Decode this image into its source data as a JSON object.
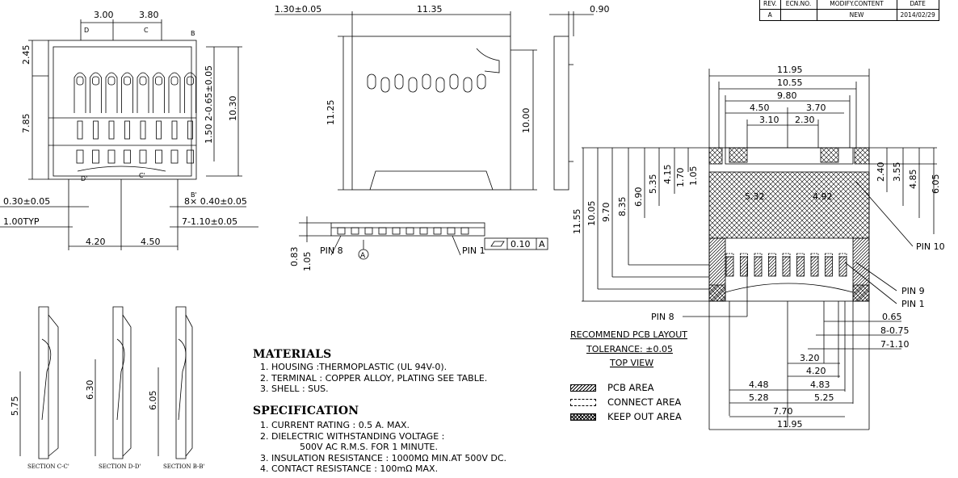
{
  "revision_table": {
    "headers": [
      "REV.",
      "ECN.NO.",
      "MODIFY.CONTENT",
      "DATE"
    ],
    "row": [
      "A",
      "",
      "NEW",
      "2014/02/29"
    ]
  },
  "front_view": {
    "dims": {
      "top_left": "3.00",
      "top_right": "3.80",
      "height_a": "2.45",
      "height_b": "7.85",
      "pitch_vertical": "2-0.65±0.05",
      "height_total": "10.30",
      "height_c": "1.50",
      "offset": "0.30±0.05",
      "pin_width": "8× 0.40±0.05",
      "typ": "1.00TYP",
      "pitch": "7-1.10±0.05",
      "bottom_left": "4.20",
      "bottom_right": "4.50"
    },
    "section_marks": [
      "D",
      "C",
      "B",
      "D'",
      "C'",
      "B'"
    ]
  },
  "top_view": {
    "dims": {
      "width_a": "1.30±0.05",
      "width_b": "11.35",
      "height_a": "11.25",
      "height_b": "10.00"
    }
  },
  "side_view": {
    "dims": {
      "width": "0.90"
    }
  },
  "bottom_view": {
    "dims": {
      "h1": "0.83",
      "h2": "1.05",
      "flatness": "0.10",
      "datum": "A"
    },
    "labels": {
      "pin8": "PIN 8",
      "pin1": "PIN 1",
      "datum_circle": "A"
    }
  },
  "sections": {
    "labels": [
      "SECTION C-C'",
      "SECTION D-D'",
      "SECTION B-B'"
    ],
    "dims": [
      "5.75",
      "6.30",
      "6.05"
    ]
  },
  "materials": {
    "heading": "MATERIALS",
    "items": [
      "1. HOUSING :THERMOPLASTIC (UL 94V-0).",
      "2. TERMINAL : COPPER ALLOY, PLATING SEE TABLE.",
      "3. SHELL : SUS."
    ]
  },
  "specification": {
    "heading": "SPECIFICATION",
    "items": [
      "1. CURRENT RATING : 0.5 A. MAX.",
      "2. DIELECTRIC WITHSTANDING VOLTAGE :",
      "              500V AC R.M.S. FOR 1 MINUTE.",
      "3. INSULATION RESISTANCE : 1000MΩ MIN.AT 500V DC.",
      "4. CONTACT RESISTANCE : 100mΩ MAX."
    ]
  },
  "pcb_layout": {
    "title": "RECOMMEND PCB LAYOUT",
    "tolerance": "TOLERANCE: ±0.05",
    "view": "TOP VIEW",
    "top_dims": [
      "11.95",
      "10.55",
      "9.80",
      "4.50",
      "3.70",
      "3.10",
      "2.30"
    ],
    "left_dims": [
      "11.55",
      "10.05",
      "9.70",
      "8.35",
      "6.90",
      "5.35",
      "4.15",
      "1.70",
      "1.05"
    ],
    "right_dims": [
      "2.40",
      "3.55",
      "4.85",
      "6.05"
    ],
    "inner_dims": [
      "5.32",
      "4.92"
    ],
    "pins": [
      "PIN 10",
      "PIN 9",
      "PIN 1",
      "PIN 8"
    ],
    "pitch_dims": [
      "0.65",
      "8-0.75",
      "7-1.10"
    ],
    "bottom_dims": [
      "3.20",
      "4.20",
      "4.48",
      "4.83",
      "5.28",
      "5.25",
      "7.70",
      "11.95"
    ]
  },
  "legend": {
    "items": [
      "PCB AREA",
      "CONNECT AREA",
      "KEEP OUT AREA"
    ]
  }
}
